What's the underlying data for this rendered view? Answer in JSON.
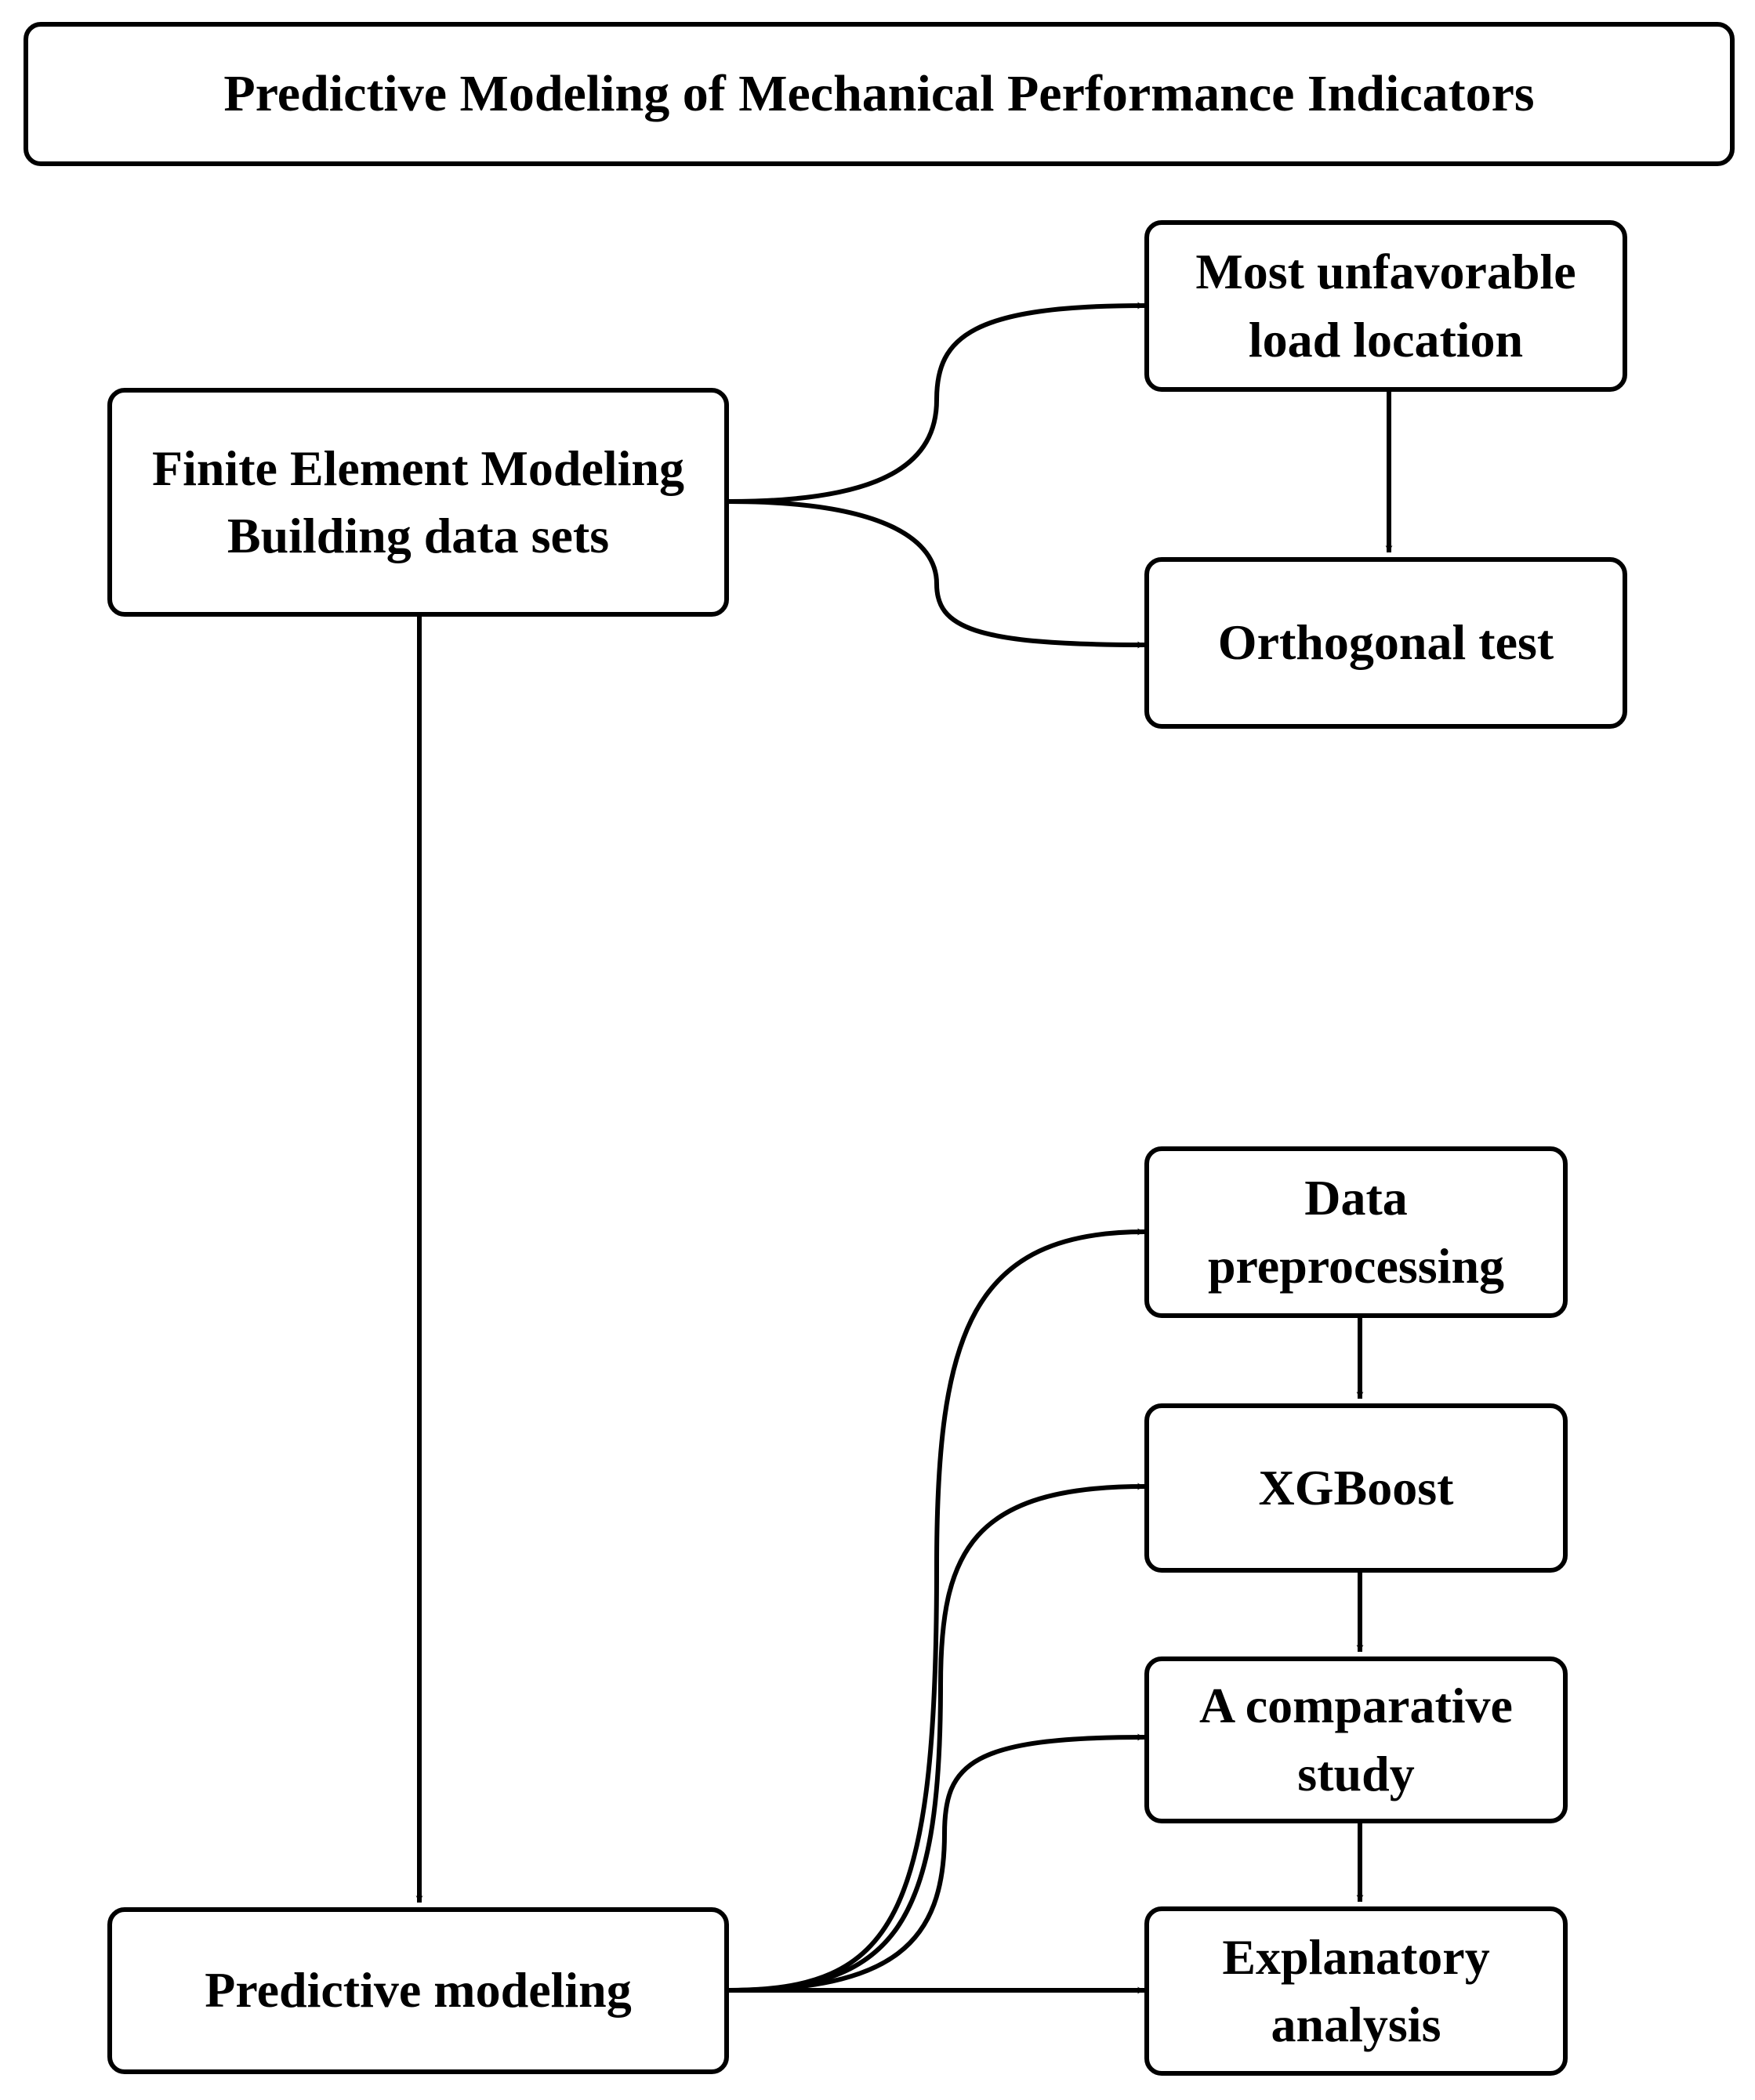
{
  "title": "Predictive Modeling of Mechanical Performance Indicators",
  "nodes": {
    "fem": [
      "Finite Element Modeling",
      "Building data sets"
    ],
    "load": [
      "Most unfavorable",
      "load location"
    ],
    "orth": [
      "Orthogonal test"
    ],
    "pred": [
      "Predictive modeling"
    ],
    "prep": [
      "Data",
      "preprocessing"
    ],
    "xgb": [
      "XGBoost"
    ],
    "comp": [
      "A comparative",
      "study"
    ],
    "expl": [
      "Explanatory",
      "analysis"
    ]
  },
  "colors": {
    "stroke": "#000000",
    "background": "#ffffff"
  }
}
